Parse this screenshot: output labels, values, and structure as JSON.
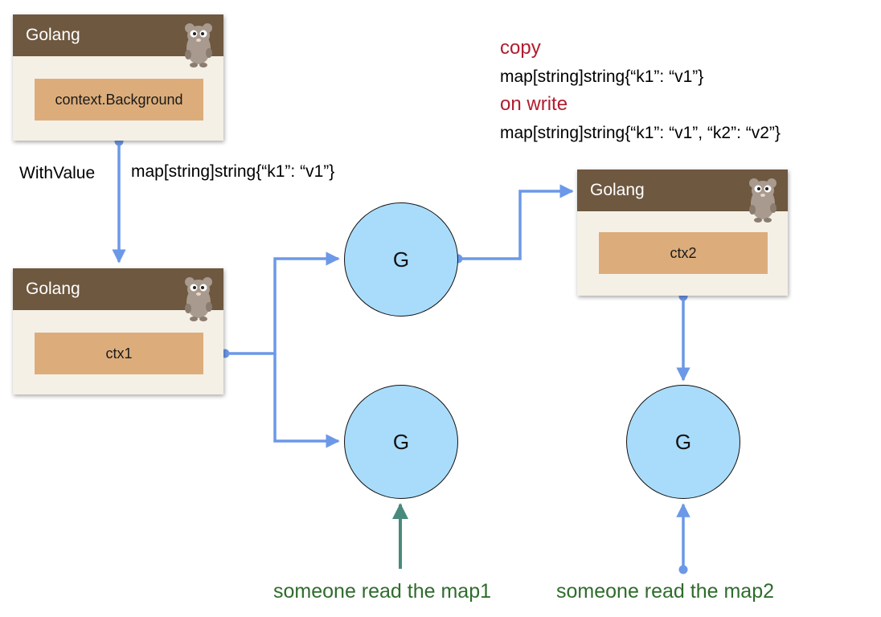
{
  "cards": {
    "background": {
      "header": "Golang",
      "ctx": "context.Background"
    },
    "ctx1": {
      "header": "Golang",
      "ctx": "ctx1"
    },
    "ctx2": {
      "header": "Golang",
      "ctx": "ctx2"
    }
  },
  "labels": {
    "with_value": "WithValue",
    "map_k1": "map[string]string{“k1”: “v1”}",
    "copy": "copy",
    "copy_map": "map[string]string{“k1”: “v1”}",
    "on_write": "on write",
    "on_write_map": "map[string]string{“k1”: “v1”, “k2”: “v2”}",
    "reader1": "someone read the map1",
    "reader2": "someone read the map2"
  },
  "nodes": {
    "g_top": "G",
    "g_bottom": "G",
    "g_right": "G"
  },
  "colors": {
    "edge": "#6c98e8",
    "reader_edge": "#4a8a7c",
    "header": "#6e5840",
    "card_body": "#f5f0e6",
    "ctx_box": "#dcad7b",
    "node_fill": "#a9dcfa",
    "accent_red": "#b11c2e",
    "accent_green": "#2f6c2c"
  },
  "icons": {
    "card_logo": "gopher-icon"
  }
}
